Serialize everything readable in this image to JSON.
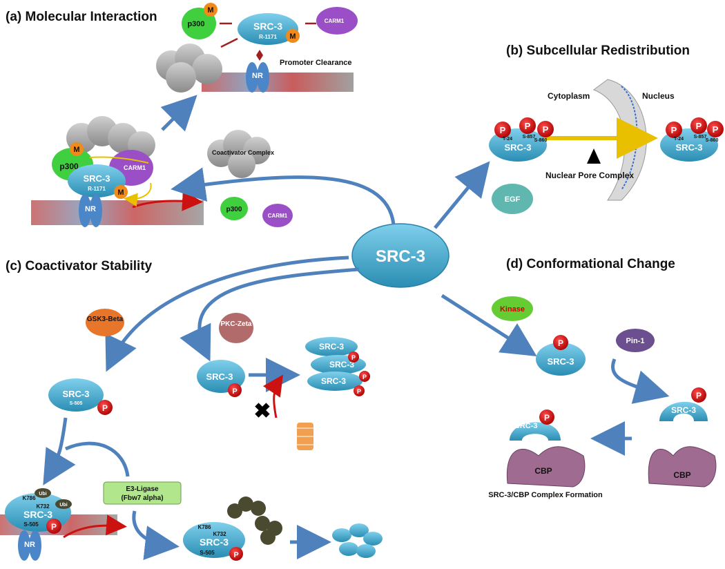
{
  "panels": {
    "a": {
      "title": "(a) Molecular Interaction",
      "p300": "p300",
      "m": "M",
      "src3": "SRC-3",
      "r1171": "R-1171",
      "carm1": "CARM1",
      "nr": "NR",
      "promoter": "Promoter Clearance",
      "coactivator_complex": "Coactivator Complex"
    },
    "b": {
      "title": "(b) Subcellular Redistribution",
      "cytoplasm": "Cytoplasm",
      "nucleus": "Nucleus",
      "npc": "Nuclear Pore Complex",
      "egf": "EGF",
      "p": "P",
      "t24": "T-24",
      "s857": "S-857",
      "s860": "S-860",
      "src3": "SRC-3"
    },
    "c": {
      "title": "(c) Coactivator Stability",
      "gsk3": "GSK3-Beta",
      "pkc": "PKC-Zeta",
      "src3": "SRC-3",
      "s505": "S-505",
      "e3": "E3-Ligase (Fbw7 alpha)",
      "k786": "K786",
      "k732": "K732",
      "ubi": "Ubi",
      "nr": "NR",
      "p": "P"
    },
    "d": {
      "title": "(d) Conformational Change",
      "kinase": "Kinase",
      "pin1": "Pin-1",
      "src3": "SRC-3",
      "cbp": "CBP",
      "complex": "SRC-3/CBP Complex Formation",
      "p": "P"
    }
  },
  "center_label": "SRC-3",
  "colors": {
    "src3": "#4aaed0",
    "arrow": "#4f81bd",
    "p300": "#3fcf3f",
    "carm1": "#9b4fc7",
    "m": "#f08a1a",
    "phospho": "#cc1111",
    "egf": "#5fb7b0",
    "gsk3": "#e8762a",
    "pkc": "#b26b6b",
    "pin1": "#6b4f8f",
    "kinase": "#66cc33",
    "cbp": "#a06b90",
    "e3": "#b2e68c",
    "ubi": "#4a4a30",
    "complex_grey": "#a9a9a9"
  }
}
